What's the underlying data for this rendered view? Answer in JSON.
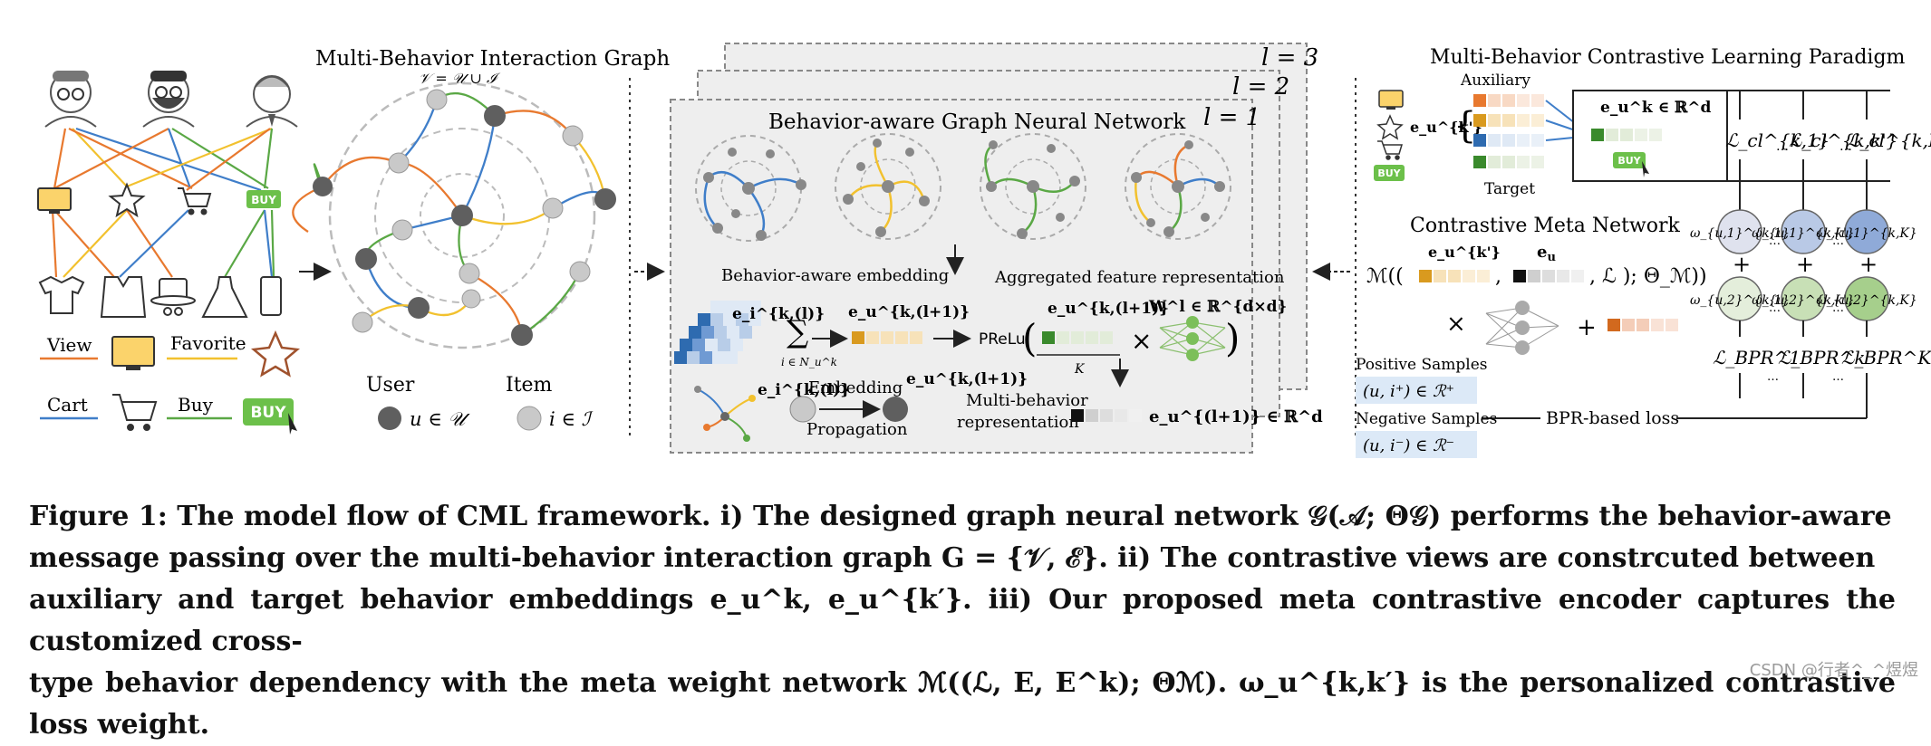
{
  "left": {
    "title": "Multi-Behavior Interaction Graph",
    "vertex_set": "𝒱 = 𝒰 ∪ ℐ",
    "buy_badge": "BUY",
    "legend": {
      "view": "View",
      "favorite": "Favorite",
      "cart": "Cart",
      "buy": "Buy",
      "buy_badge": "BUY"
    },
    "node_legend": {
      "user_label": "User",
      "user_set": "u ∈ 𝒰",
      "item_label": "Item",
      "item_set": "i ∈ ℐ"
    }
  },
  "middle": {
    "title": "Behavior-aware Graph Neural Network",
    "layers": [
      "l = 1",
      "l = 2",
      "l = 3"
    ],
    "embed_caption": "Behavior-aware embedding",
    "agg_caption": "Aggregated feature representation",
    "e_ikl": "e_i^{k,(l)}",
    "sum_sub": "i ∈ N_u^k",
    "e_ukl1": "e_u^{k,(l+1)}",
    "prelu": "PReLu",
    "frac_den": "K",
    "weight": "W^l ∈ ℝ^{d×d}",
    "embedding_label": "Embedding",
    "propagation_label": "Propagation",
    "multi_rep_1": "Multi-behavior",
    "multi_rep_2": "representation",
    "e_ul1": "e_u^{(l+1)} ∈ ℝ^d"
  },
  "right": {
    "title": "Multi-Behavior Contrastive Learning Paradigm",
    "auxiliary": "Auxiliary",
    "target": "Target",
    "e_uk_prime": "e_u^{k'}",
    "e_uk_in": "e_u^k ∈ ℝ^d",
    "buy_badge": "BUY",
    "loss_labels": [
      "ℒ_cl^{k,1}",
      "ℒ_cl^{k,k'}",
      "ℒ_cl^{k,K}"
    ],
    "meta_title": "Contrastive Meta Network",
    "meta_formula": "ℳ((",
    "meta_tail": ", ℒ ); Θ_ℳ))",
    "omega_top": [
      "ω_{u,1}^{k,1}",
      "ω_{u,1}^{k,k'}",
      "ω_{u,1}^{k,K}"
    ],
    "omega_bottom": [
      "ω_{u,2}^{k,1}",
      "ω_{u,2}^{k,k'}",
      "ω_{u,2}^{k,K}"
    ],
    "bpr_labels": [
      "ℒ_BPR^1",
      "ℒ_BPR^k",
      "ℒ_BPR^K"
    ],
    "positive_label": "Positive Samples",
    "positive_set": "(u, i⁺) ∈ ℛ⁺",
    "negative_label": "Negative Samples",
    "negative_set": "(u, i⁻) ∈ ℛ⁻",
    "bpr_loss": "BPR-based loss"
  },
  "colors": {
    "view": "#e8792f",
    "favorite": "#f2c12e",
    "cart": "#3f7ec9",
    "buy": "#5aa845",
    "buy_badge": "#6cc04a",
    "user_node": "#5f5f5f",
    "item_node": "#c9c9c9"
  },
  "caption": {
    "line1": "Figure 1: The model flow of CML framework. i) The designed graph neural network 𝒢(𝒜; Θ𝒢) performs the behavior-aware",
    "line2": "message passing over the multi-behavior interaction graph G = {𝒱, ℰ}. ii) The contrastive views are constrcuted between",
    "line3": "auxiliary and target behavior embeddings e_u^k, e_u^{k′}. iii) Our proposed meta contrastive encoder captures the customized cross-",
    "line4": "type behavior dependency with the meta weight network ℳ((ℒ, E, E^k); Θℳ). ω_u^{k,k′} is the personalized contrastive loss weight."
  },
  "watermark": "CSDN @行者^_^煜煜"
}
